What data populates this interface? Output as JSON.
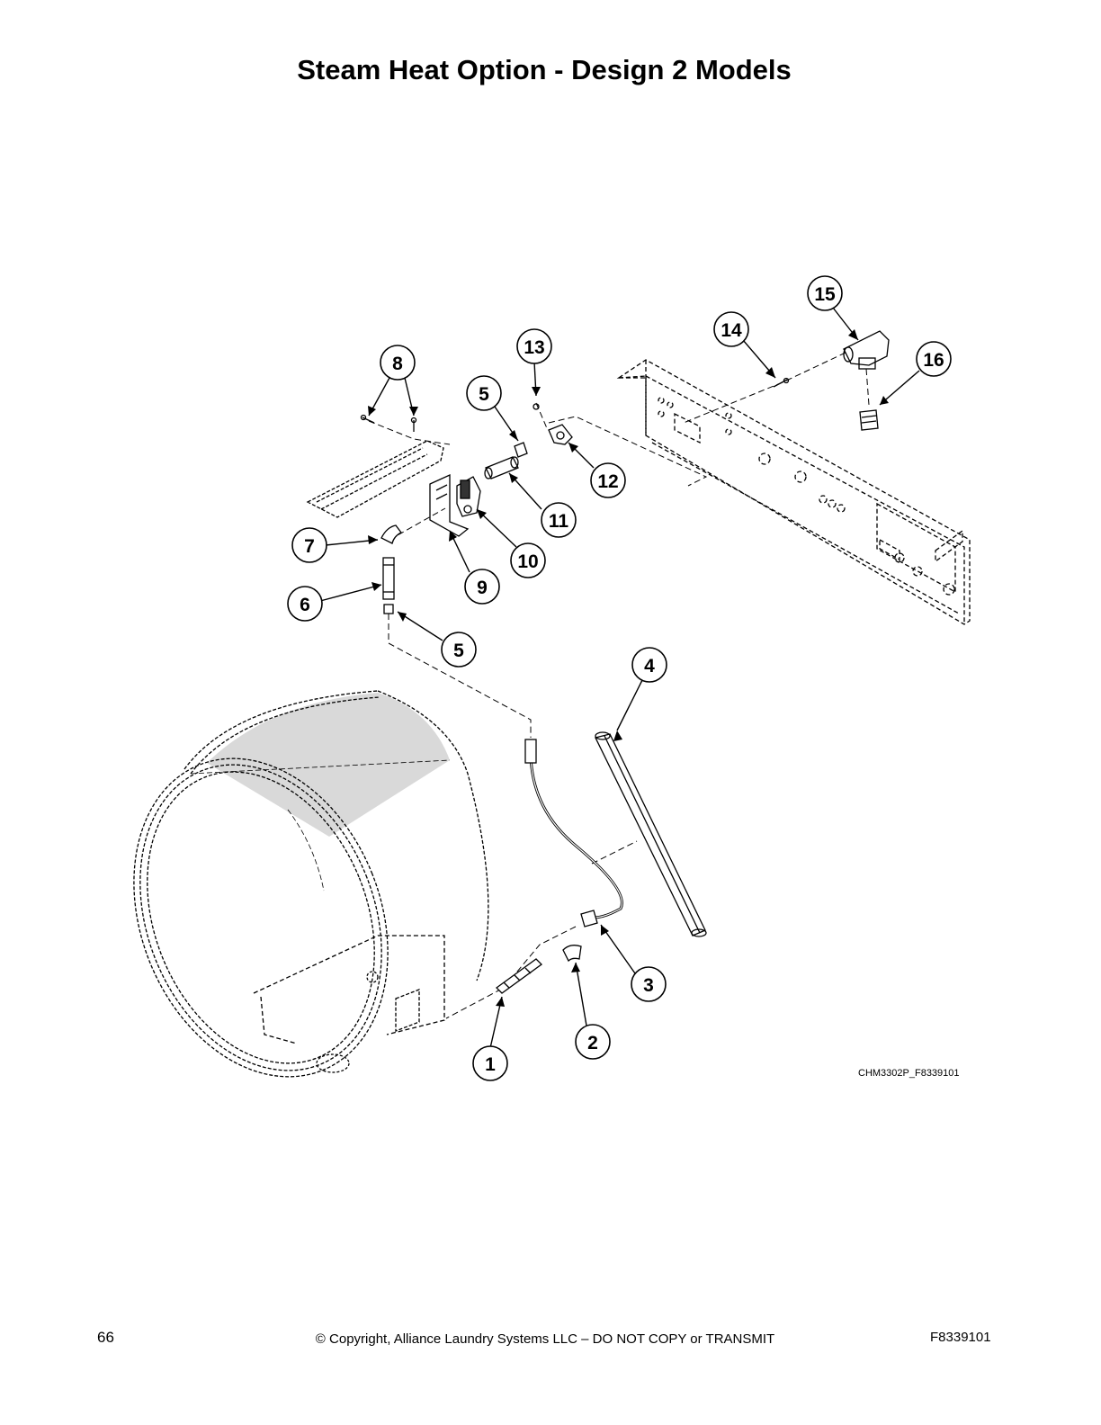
{
  "page": {
    "title": "Steam Heat Option - Design 2 Models",
    "drawing_id": "CHM3302P_F8339101",
    "page_number": "66",
    "copyright": "© Copyright, Alliance Laundry Systems LLC – DO NOT COPY or TRANSMIT",
    "document_code": "F8339101"
  },
  "callouts": [
    {
      "label": "1"
    },
    {
      "label": "2"
    },
    {
      "label": "3"
    },
    {
      "label": "4"
    },
    {
      "label": "5"
    },
    {
      "label": "5"
    },
    {
      "label": "6"
    },
    {
      "label": "7"
    },
    {
      "label": "8"
    },
    {
      "label": "9"
    },
    {
      "label": "10"
    },
    {
      "label": "11"
    },
    {
      "label": "12"
    },
    {
      "label": "13"
    },
    {
      "label": "14"
    },
    {
      "label": "15"
    },
    {
      "label": "16"
    }
  ]
}
